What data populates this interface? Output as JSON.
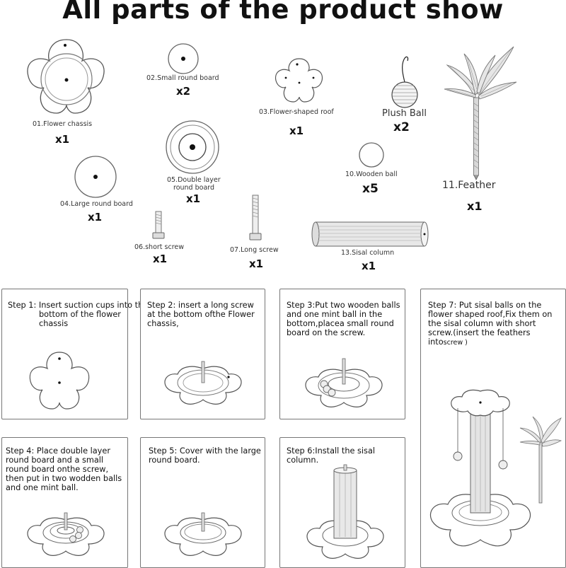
{
  "title": "All parts of the product show",
  "parts": {
    "p01": {
      "label": "01.Flower chassis",
      "qty": "x1"
    },
    "p02": {
      "label": "02.Small round board",
      "qty": "x2"
    },
    "p03": {
      "label": "03.Flower-shaped roof",
      "qty": "x1"
    },
    "plush": {
      "label": "Plush Ball",
      "qty": "x2"
    },
    "p04": {
      "label": "04.Large round board",
      "qty": "x1"
    },
    "p05": {
      "label_line1": "05.Double layer",
      "label_line2": "round board",
      "qty": "x1"
    },
    "p10": {
      "label": "10.Wooden ball",
      "qty": "x5"
    },
    "p11": {
      "label": "11.Feather",
      "qty": "x1"
    },
    "p06": {
      "label": "06.short screw",
      "qty": "x1"
    },
    "p07": {
      "label": "07.Long screw",
      "qty": "x1"
    },
    "p13": {
      "label": "13.Sisal column",
      "qty": "x1"
    }
  },
  "steps": {
    "s1": {
      "prefix": "Step 1: ",
      "text": "Insert suction cups into the bottom of the flower chassis"
    },
    "s2": {
      "text": "Step 2: insert a long screw at the bottom ofthe Flower chassis,"
    },
    "s3": {
      "text": "Step 3:Put two wooden balls and one mint ball in the bottom,placea small round board on the screw."
    },
    "s4": {
      "text": "Step 4: Place double layer round board and a small round board onthe screw, then put in two wodden balls and one mint ball."
    },
    "s5": {
      "text": "Step 5: Cover with the large round board."
    },
    "s6": {
      "text": "Step 6:Install the sisal column."
    },
    "s7": {
      "text": "Step 7: Put sisal balls on the flower shaped roof,Fix them on the sisal column with short screw.(insert the feathers into",
      "small": "screw )"
    }
  }
}
